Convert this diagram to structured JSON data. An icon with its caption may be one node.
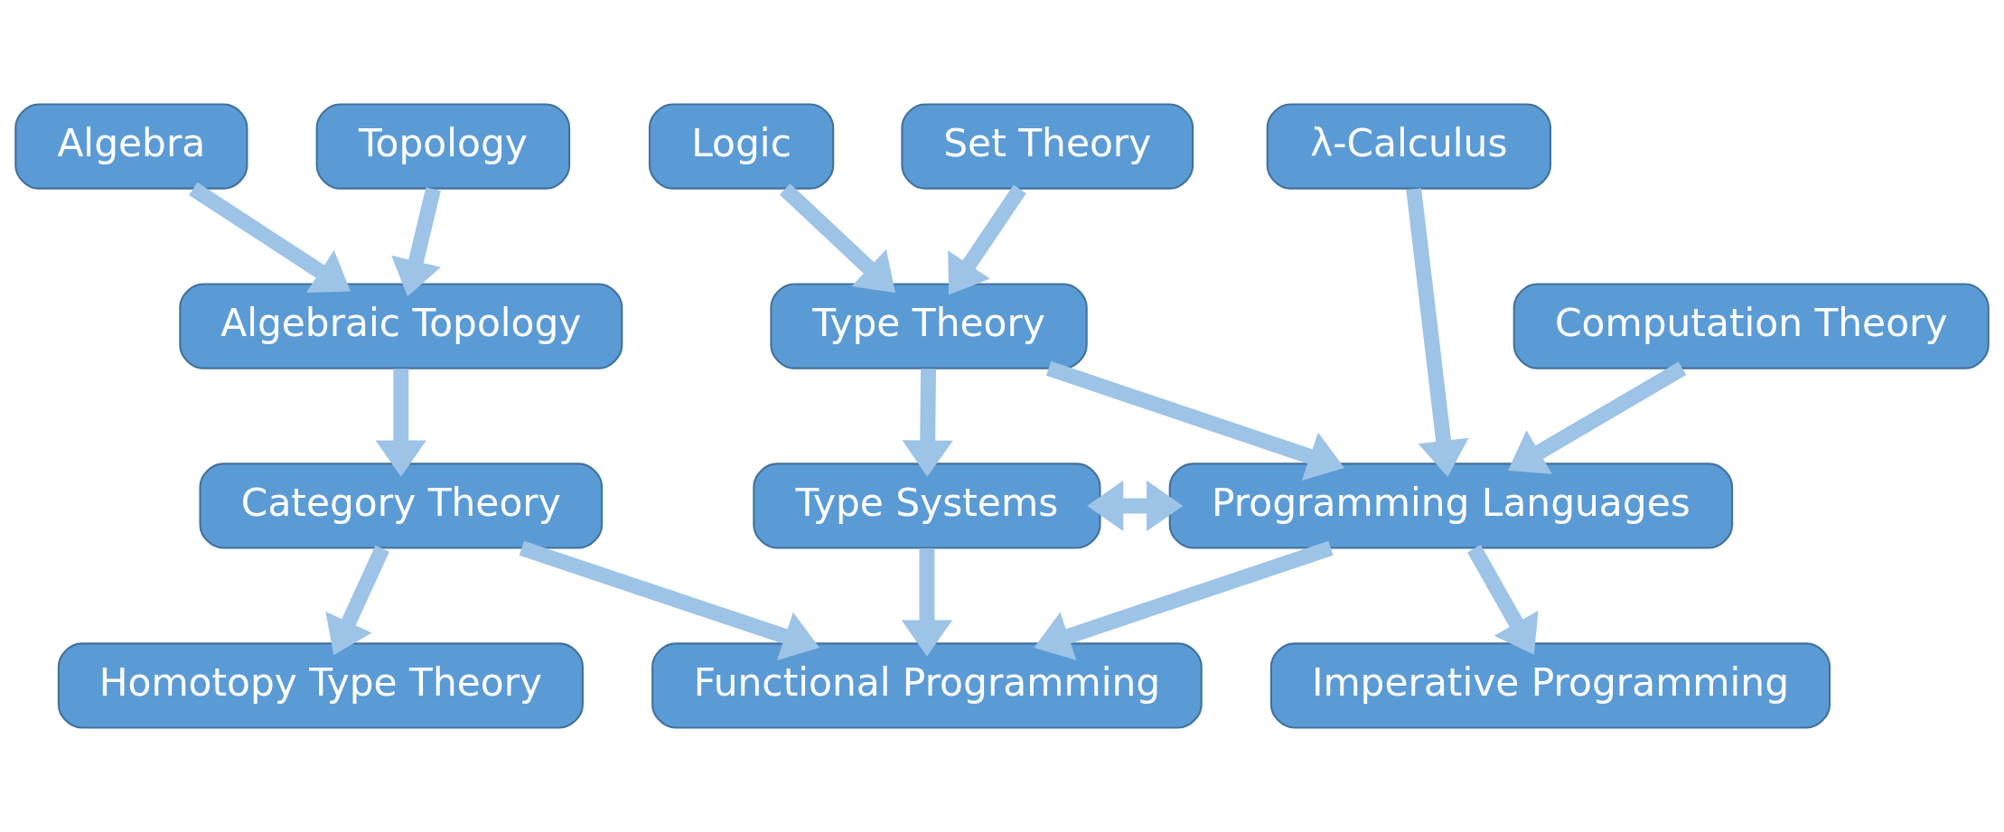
{
  "diagram": {
    "nodes": [
      {
        "text": [
          "Topology"
        ]
      },
      {
        "text": [
          "Algebra"
        ]
      },
      {
        "text": [
          "Set Theory"
        ]
      },
      {
        "text": [
          "Logic"
        ]
      },
      {
        "text": [
          "λ-Calculus"
        ]
      },
      {
        "text": [
          "Algebraic Topology"
        ]
      },
      {
        "text": [
          "Type Theory"
        ]
      },
      {
        "text": [
          "Computation Theory"
        ]
      },
      {
        "text": [
          "Category Theory"
        ]
      },
      {
        "text": [
          "Type Systems"
        ]
      },
      {
        "text": [
          "Programming Languages"
        ]
      },
      {
        "text": [
          "Functional Programming"
        ]
      },
      {
        "text": [
          "Homotopy Type Theory"
        ]
      },
      {
        "text": [
          "Imperative Programming"
        ]
      }
    ],
    "edges": [
      {
        "from": 0,
        "to": 5,
        "arrow": "to"
      },
      {
        "from": 1,
        "to": 5,
        "arrow": "to"
      },
      {
        "from": 2,
        "to": 6,
        "arrow": "to"
      },
      {
        "from": 3,
        "to": 6,
        "arrow": "to"
      },
      {
        "from": 4,
        "to": 10,
        "arrow": "to"
      },
      {
        "from": 5,
        "to": 8,
        "arrow": "to"
      },
      {
        "from": 6,
        "to": 9,
        "arrow": "to"
      },
      {
        "from": 6,
        "to": 10,
        "arrow": "to"
      },
      {
        "from": 7,
        "to": 10,
        "arrow": "to"
      },
      {
        "from": 9,
        "to": 10,
        "arrow": "both"
      },
      {
        "from": 8,
        "to": 11,
        "arrow": "to"
      },
      {
        "from": 8,
        "to": 12,
        "arrow": "to"
      },
      {
        "from": 9,
        "to": 11,
        "arrow": "to"
      },
      {
        "from": 10,
        "to": 11,
        "arrow": "to"
      },
      {
        "from": 10,
        "to": 13,
        "arrow": "to"
      }
    ]
  }
}
